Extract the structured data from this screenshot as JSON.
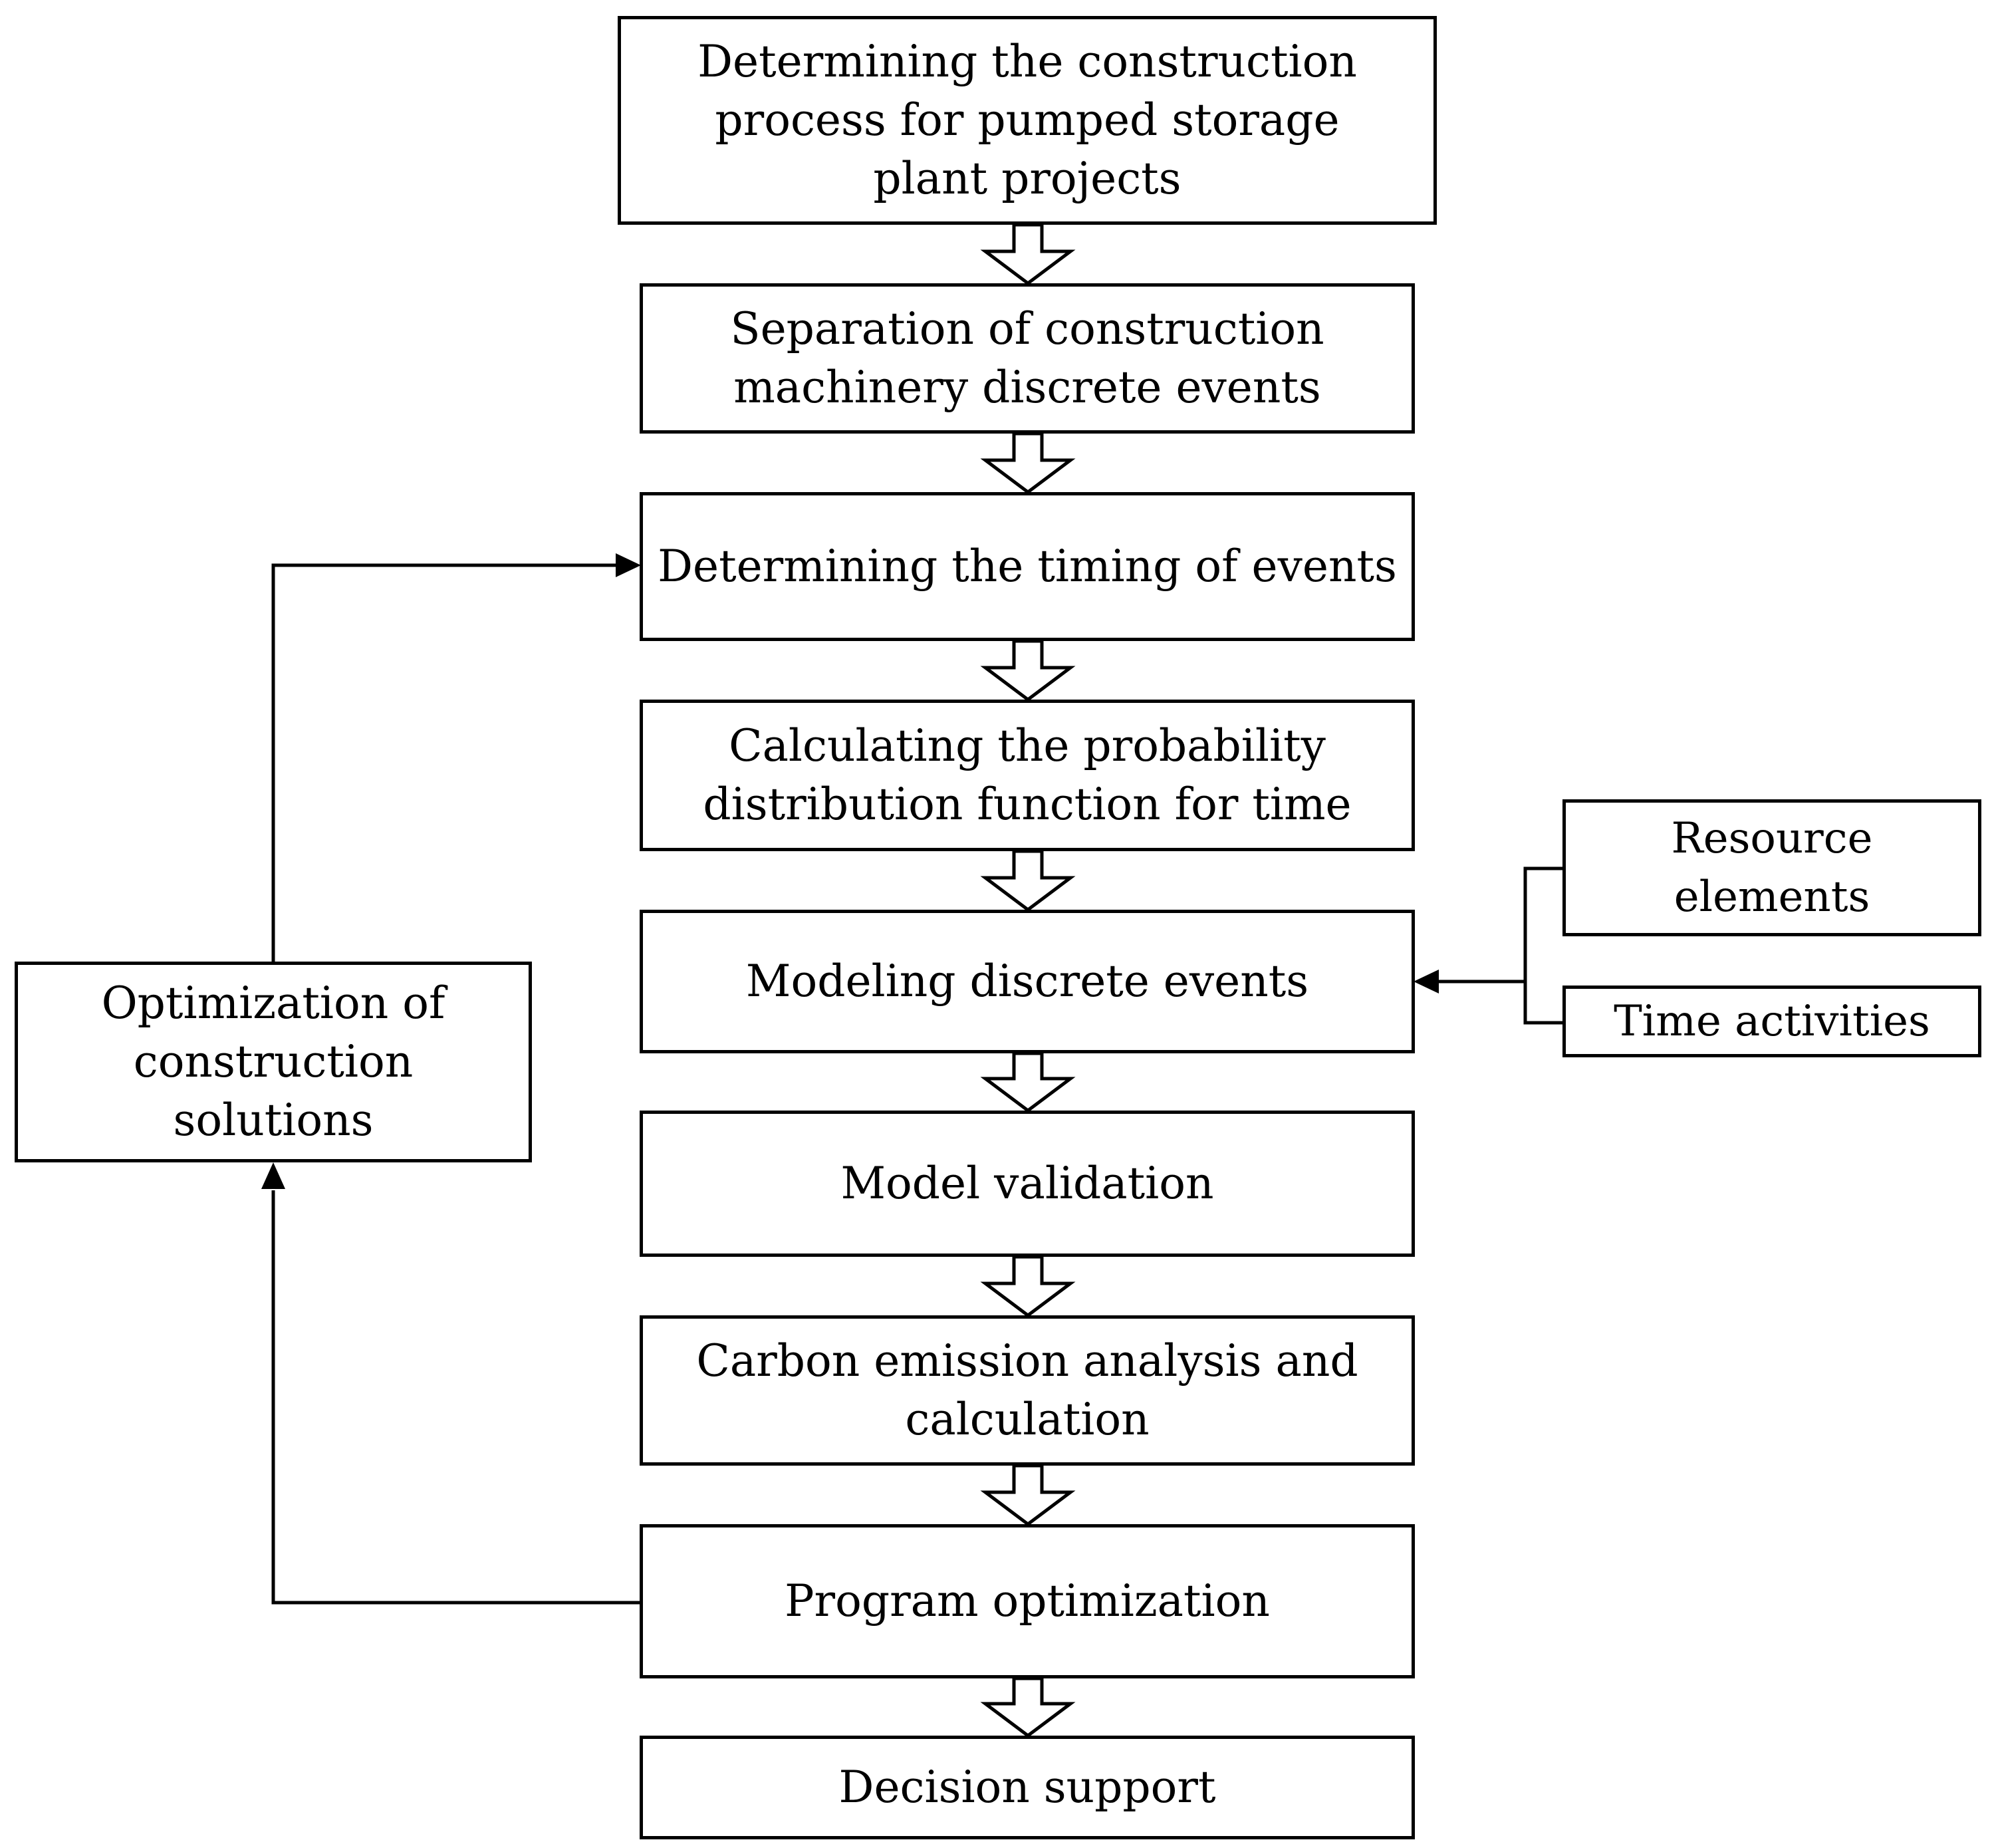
{
  "diagram": {
    "steps": [
      "Determining the construction\nprocess for pumped storage\nplant projects",
      "Separation of construction\nmachinery discrete events",
      "Determining the timing of events",
      "Calculating the probability\ndistribution function for time",
      "Modeling discrete events",
      "Model validation",
      "Carbon emission analysis and\ncalculation",
      "Program optimization",
      "Decision support"
    ],
    "inputs": [
      "Resource\nelements",
      "Time activities"
    ],
    "feedback": "Optimization of\nconstruction\nsolutions"
  }
}
